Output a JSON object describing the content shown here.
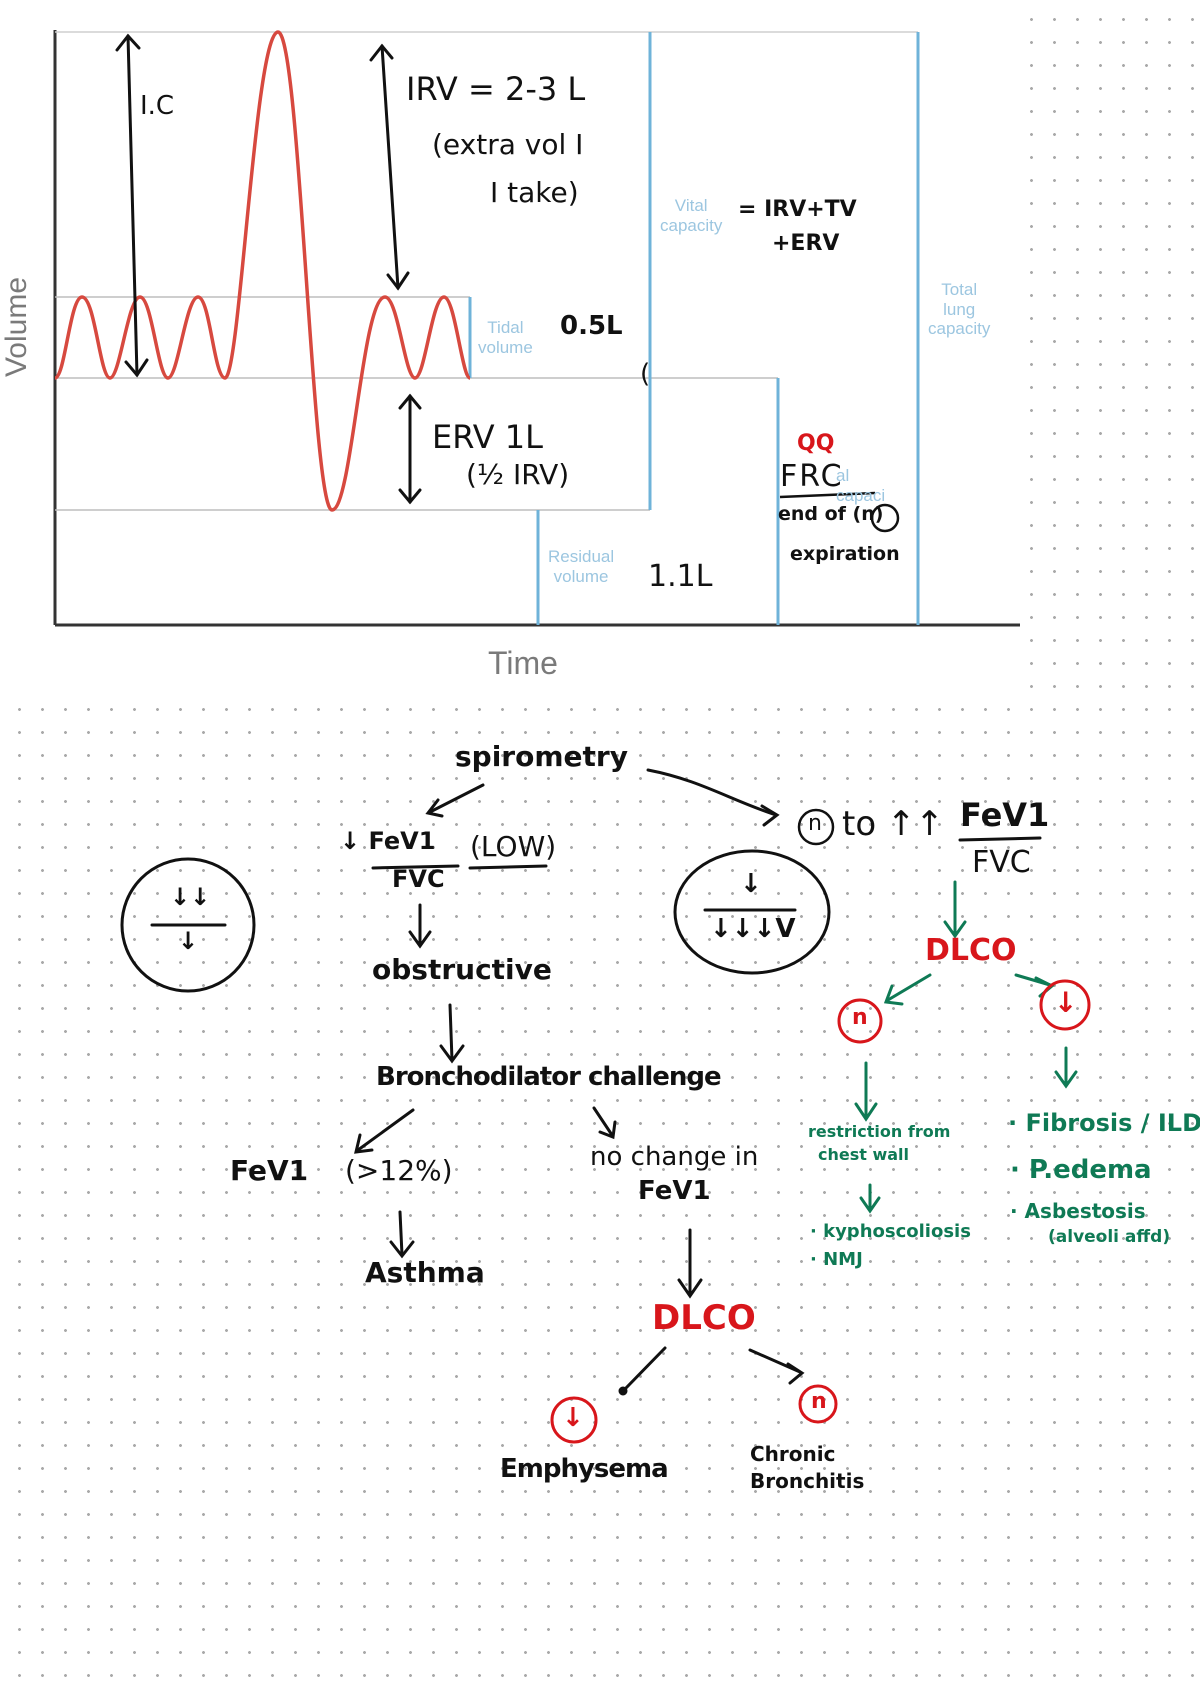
{
  "graph": {
    "y_axis_label": "Volume",
    "x_axis_label": "Time",
    "faint_labels": {
      "vital": "Vital\ncapacity",
      "tidal": "Tidal\nvolume",
      "residual": "Residual\nvolume",
      "total": "Total\nlung\ncapacity",
      "frc_faint": "al\ncapaci"
    },
    "notes": {
      "ic": "I.C",
      "irv": "IRV = 2-3 L",
      "irv_paren1": "(extra vol I",
      "irv_paren2": "I take)",
      "vc_formula1": "= IRV+TV",
      "vc_formula2": "+ERV",
      "tidal_value": "0.5L",
      "erv": "ERV 1L",
      "erv_paren": "(½ IRV)",
      "residual_value": "1.1L",
      "qq": "QQ",
      "frc": "FRC",
      "frc_line1": "end of (n)",
      "frc_line2": "expiration",
      "bracket": "("
    },
    "colors": {
      "trace": "#d7493f",
      "capacity_lines": "#6fb3d9",
      "axes": "#333333"
    }
  },
  "flowchart": {
    "spirometry": "spirometry",
    "low_ratio_num": "↓ FeV1",
    "low_ratio_den": "FVC",
    "low_tag": "(LOW)",
    "obstructive": "obstructive",
    "bronchodilator": "Bronchodilator challenge",
    "fev1_increase_label": "FeV1",
    "fev1_increase_value": "(>12%)",
    "asthma": "Asthma",
    "no_change1": "no change in",
    "no_change2": "FeV1",
    "dlco_bottom": "DLCO",
    "dlco_bottom_low": "↓",
    "dlco_bottom_normal": "n",
    "emphysema": "Emphysema",
    "chronic_bronchitis1": "Chronic",
    "chronic_bronchitis2": "Bronchitis",
    "right_top_n": "n",
    "right_top_to": "to ↑↑",
    "right_ratio_num": "FeV1",
    "right_ratio_den": "FVC",
    "dlco_right": "DLCO",
    "dlco_right_normal": "n",
    "dlco_right_low": "↓",
    "n_branch1": "restriction from",
    "n_branch2": "chest wall",
    "kypho": "· kyphoscoliosis",
    "nmj": "· NMJ",
    "fibrosis": "· Fibrosis / ILD",
    "pedema": "· P.edema",
    "asbestosis": "· Asbestosis",
    "alveoli": "(alveoli affd)",
    "circle_left_num": "↓↓",
    "circle_left_den": "↓",
    "circle_right_num": "↓",
    "circle_right_den": "↓↓↓V"
  }
}
